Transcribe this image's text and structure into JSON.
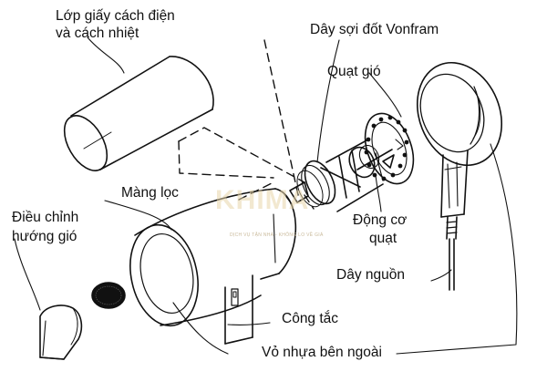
{
  "labels": {
    "insulation_line1": "Lớp giấy cách điện",
    "insulation_line2": "và cách nhiệt",
    "tungsten_wire": "Dây sợi đốt Vonfram",
    "fan": "Quạt gió",
    "filter": "Màng lọc",
    "nozzle_line1": "Điều chỉnh",
    "nozzle_line2": "hướng gió",
    "motor_line1": "Động cơ",
    "motor_line2": "quạt",
    "power_cord": "Dây nguồn",
    "switch": "Công tắc",
    "outer_shell": "Vỏ nhựa bên ngoài"
  },
  "watermark": {
    "logo_text": "KHIMA",
    "tagline": "DỊCH VỤ TẬN NHÀ - KHÔNG LO VỀ GIÁ"
  },
  "colors": {
    "ink": "#111111",
    "watermark": "#e7d6aa"
  }
}
